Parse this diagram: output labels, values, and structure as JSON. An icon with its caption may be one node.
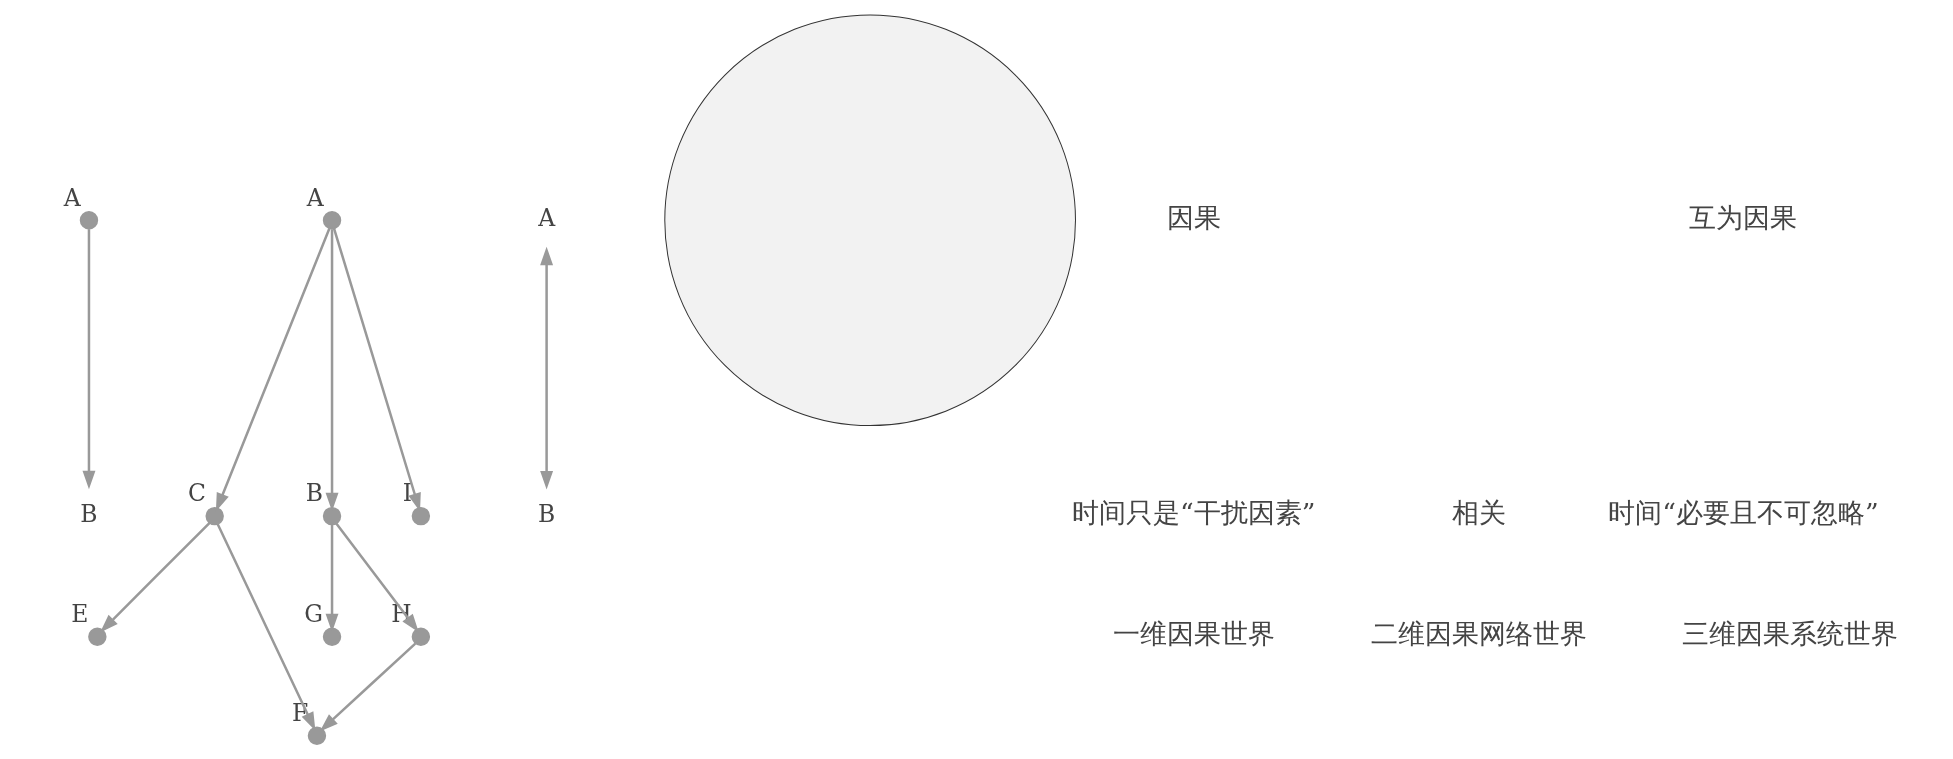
{
  "diagram": {
    "nodes": [
      {
        "text": [],
        "shape": "circle",
        "beside": [
          "A"
        ]
      },
      {
        "text": [
          "B"
        ]
      },
      {
        "text": [],
        "shape": "circle",
        "beside": [
          "A"
        ]
      },
      {
        "text": [],
        "shape": "circle",
        "beside": [
          "C"
        ]
      },
      {
        "text": [],
        "shape": "circle",
        "beside": [
          "E"
        ]
      },
      {
        "text": [],
        "shape": "circle",
        "beside": [
          "F"
        ]
      },
      {
        "text": [],
        "shape": "circle",
        "beside": [
          "B"
        ]
      },
      {
        "text": [],
        "shape": "circle",
        "beside": [
          "G"
        ]
      },
      {
        "text": [],
        "shape": "circle",
        "beside": [
          "H"
        ]
      },
      {
        "text": [],
        "shape": "circle",
        "beside": [
          "I"
        ]
      },
      {
        "text": [
          "A"
        ]
      },
      {
        "text": [
          "B"
        ]
      },
      {
        "text": [],
        "shape": "circle"
      }
    ],
    "edges": [
      {
        "from": 0,
        "to": 1,
        "arrow": "to"
      },
      {
        "from": 2,
        "to": 3,
        "arrow": "to"
      },
      {
        "from": 2,
        "to": 6,
        "arrow": "to"
      },
      {
        "from": 2,
        "to": 9,
        "arrow": "to"
      },
      {
        "from": 3,
        "to": 4,
        "arrow": "to"
      },
      {
        "from": 3,
        "to": 5,
        "arrow": "to"
      },
      {
        "from": 6,
        "to": 7,
        "arrow": "to"
      },
      {
        "from": 6,
        "to": 8,
        "arrow": "to"
      },
      {
        "from": 8,
        "to": 5,
        "arrow": "to"
      },
      {
        "from": 10,
        "to": 11,
        "arrow": "both"
      }
    ],
    "labels": [
      "因果",
      "相关",
      "互为因果",
      "时间只是“干扰因素”",
      "时间“必要且不可忽略”",
      "一维因果世界",
      "二维因果网络世界",
      "三维因果系统世界"
    ]
  }
}
